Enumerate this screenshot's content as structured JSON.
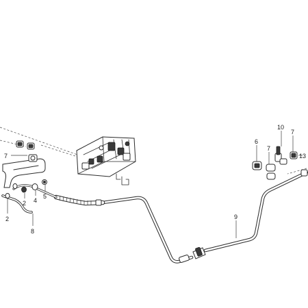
{
  "diagram": {
    "callouts": [
      {
        "id": "c7-left",
        "text": "7"
      },
      {
        "id": "c2-lower",
        "text": "2"
      },
      {
        "id": "c2-mid",
        "text": "2"
      },
      {
        "id": "c4",
        "text": "4"
      },
      {
        "id": "c5",
        "text": "5"
      },
      {
        "id": "c8",
        "text": "8"
      },
      {
        "id": "c9",
        "text": "9"
      },
      {
        "id": "c6",
        "text": "6"
      },
      {
        "id": "c7-right",
        "text": "7"
      },
      {
        "id": "c10",
        "text": "10"
      },
      {
        "id": "c7-far",
        "text": "7"
      },
      {
        "id": "c13",
        "text": "13"
      }
    ]
  }
}
